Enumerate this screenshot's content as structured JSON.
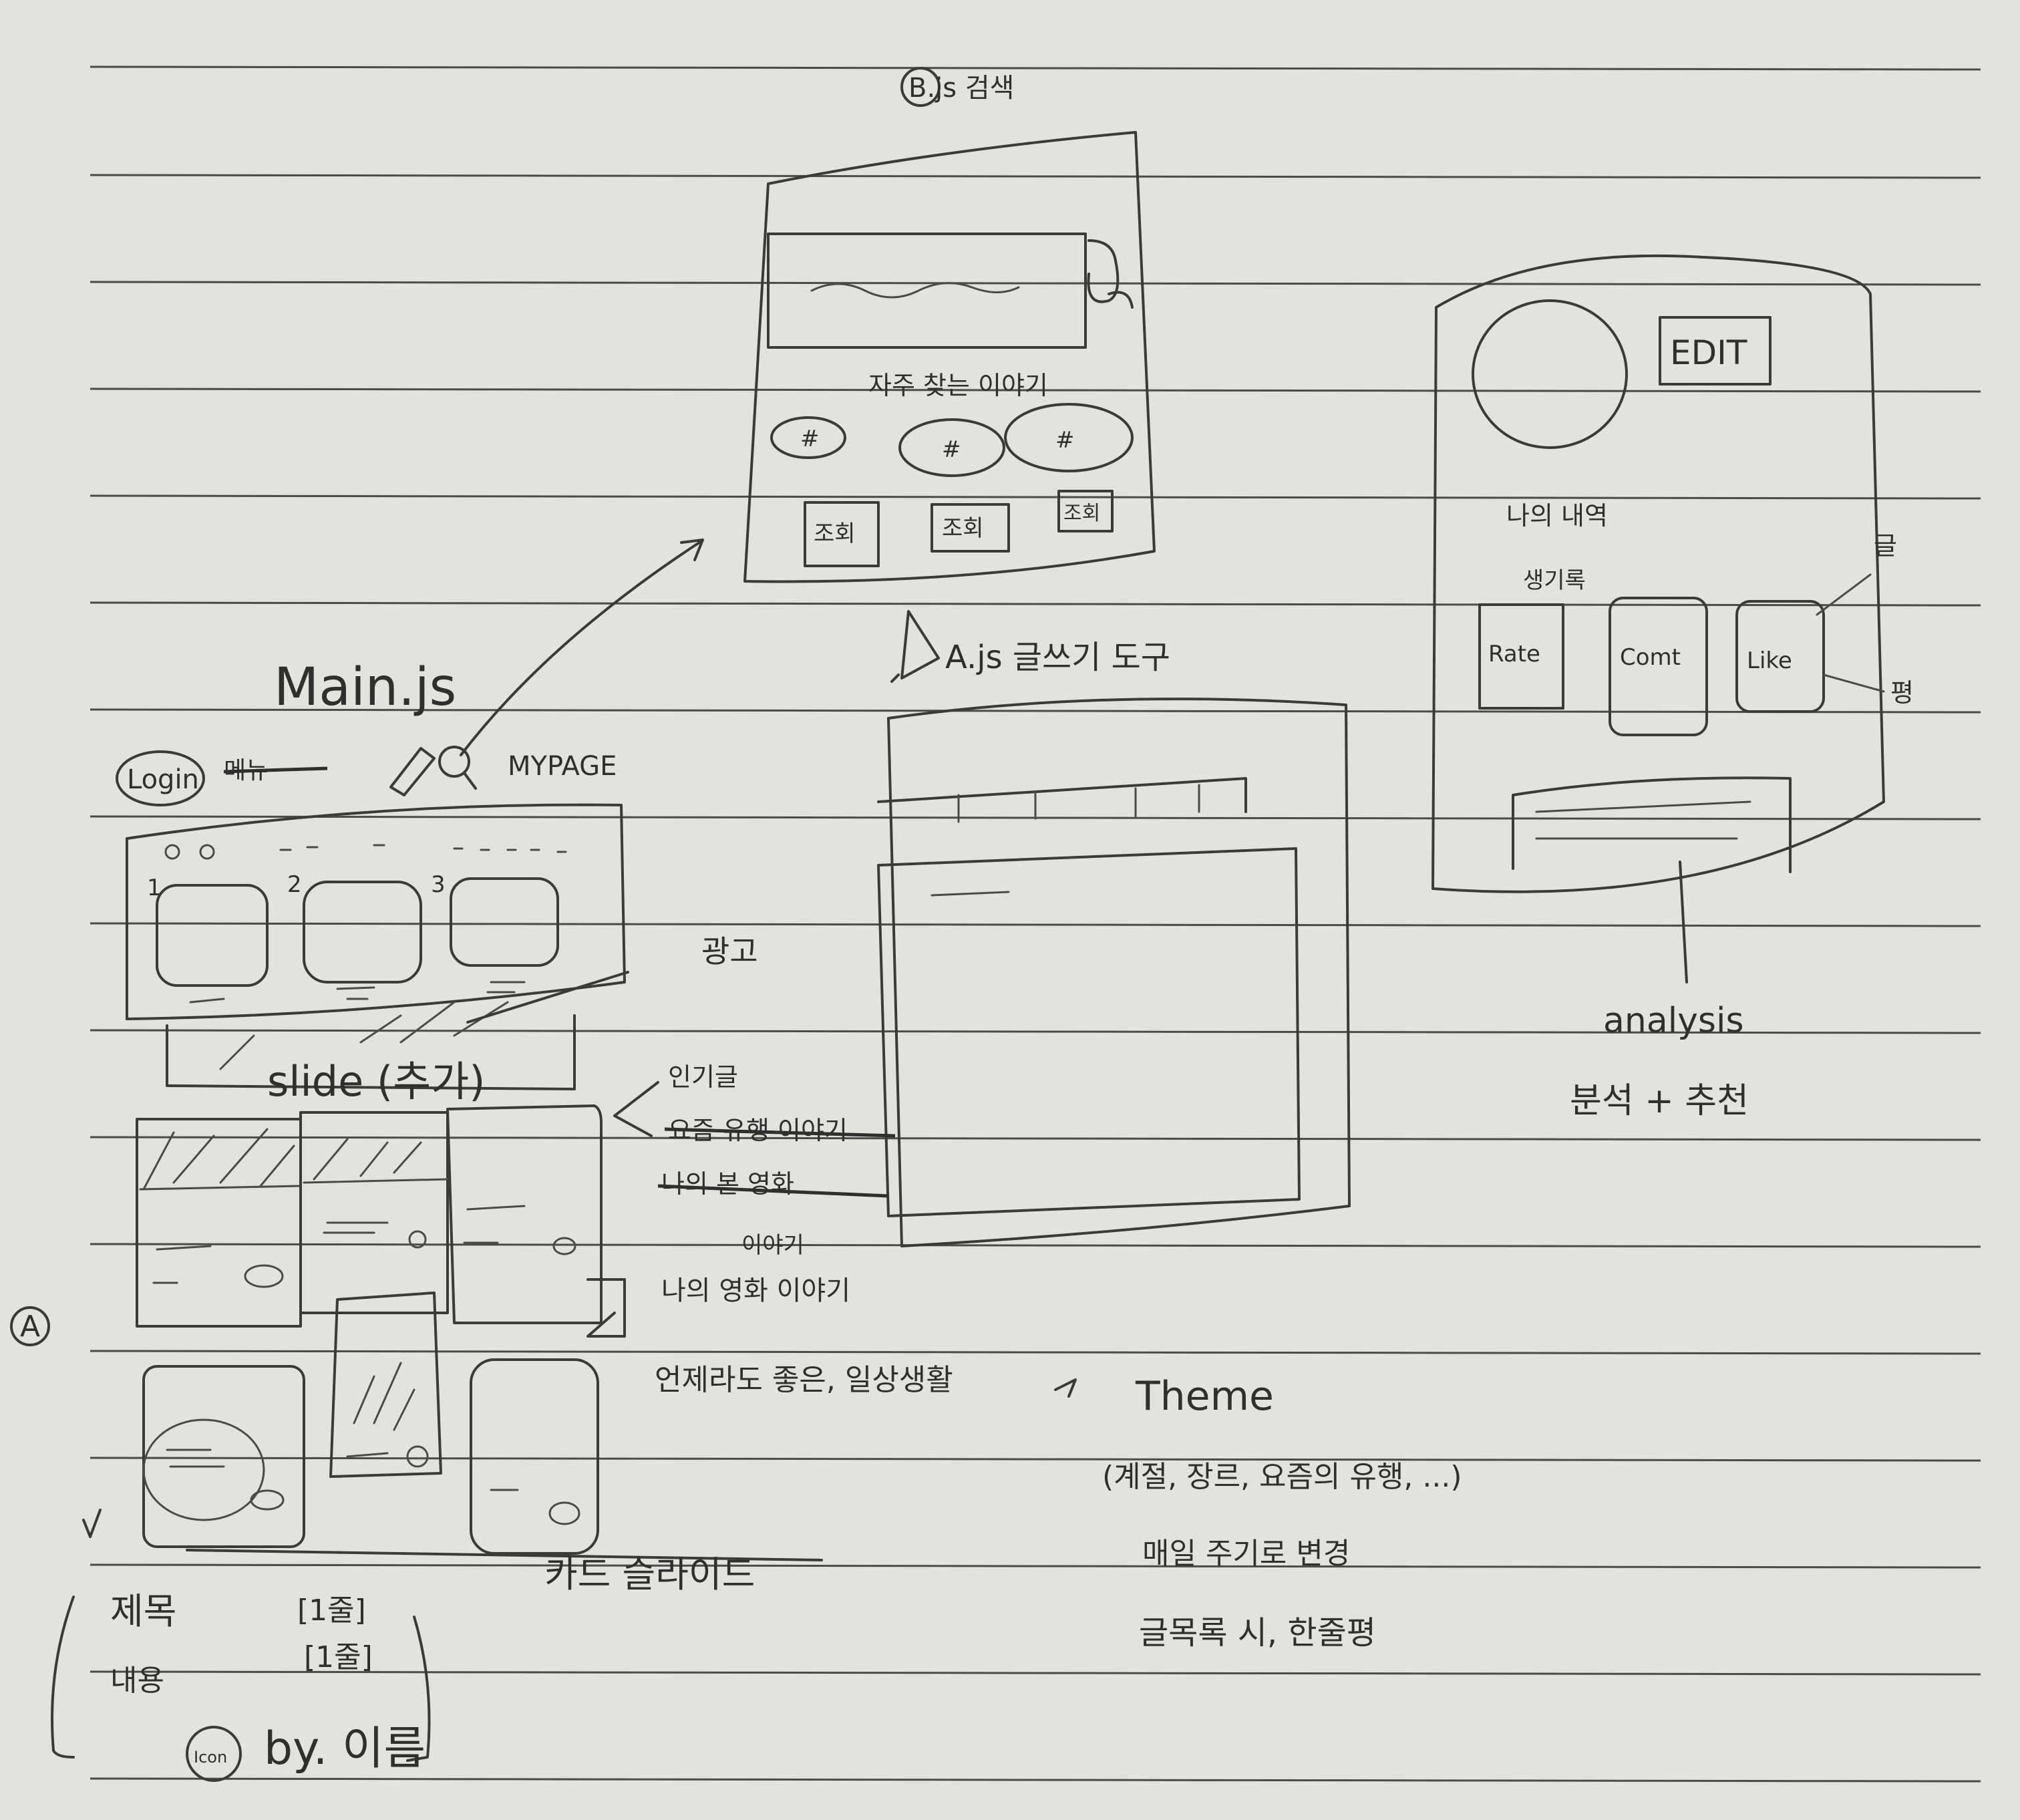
{
  "page_title": {
    "label": "B.js 검색",
    "prefix_icon": "circle-b-icon"
  },
  "search_screen": {
    "caption": "자주 찾는 이야기",
    "tags": [
      "#",
      "#",
      "#"
    ],
    "buttons": [
      "조회",
      "조회",
      "조회"
    ]
  },
  "write_screen": {
    "title": "A.js 글쓰기 도구",
    "prefix_icon": "pencil-icon"
  },
  "mypage_screen": {
    "edit_label": "EDIT",
    "history_label": "나의 내역",
    "history_sub": "생기록",
    "buttons": [
      "Rate",
      "Comt",
      "Like"
    ],
    "side_labels": [
      "글",
      "평"
    ],
    "analysis_label": "analysis",
    "analysis_sub": "분석 + 추천"
  },
  "main_screen": {
    "title": "Main.js",
    "nav": {
      "login": "Login",
      "menu": "메뉴",
      "mypage": "MYPAGE"
    },
    "slide_numbers": [
      "1",
      "2",
      "3"
    ],
    "ad_label": "광고",
    "slide_label": "slide (추가)",
    "side_notes": [
      "인기글",
      "요즘 유행 이야기",
      "나의 본 영화",
      "이야기",
      "나의 영화 이야기"
    ],
    "theme_note": "언제라도 좋은, 일상생활",
    "theme_label": "Theme",
    "theme_details": [
      "(계절, 장르, 요즘의 유행, ...)",
      "매일 주기로 변경",
      "글목록 시, 한줄평"
    ],
    "card_slider_label": "카드 슬라이드",
    "card_info": {
      "title": "제목",
      "title_len": "[1줄]",
      "content": "내용",
      "content_len": "[1줄]",
      "author": "by. 이름",
      "avatar_text": "Icon"
    },
    "section_marker": "A"
  }
}
